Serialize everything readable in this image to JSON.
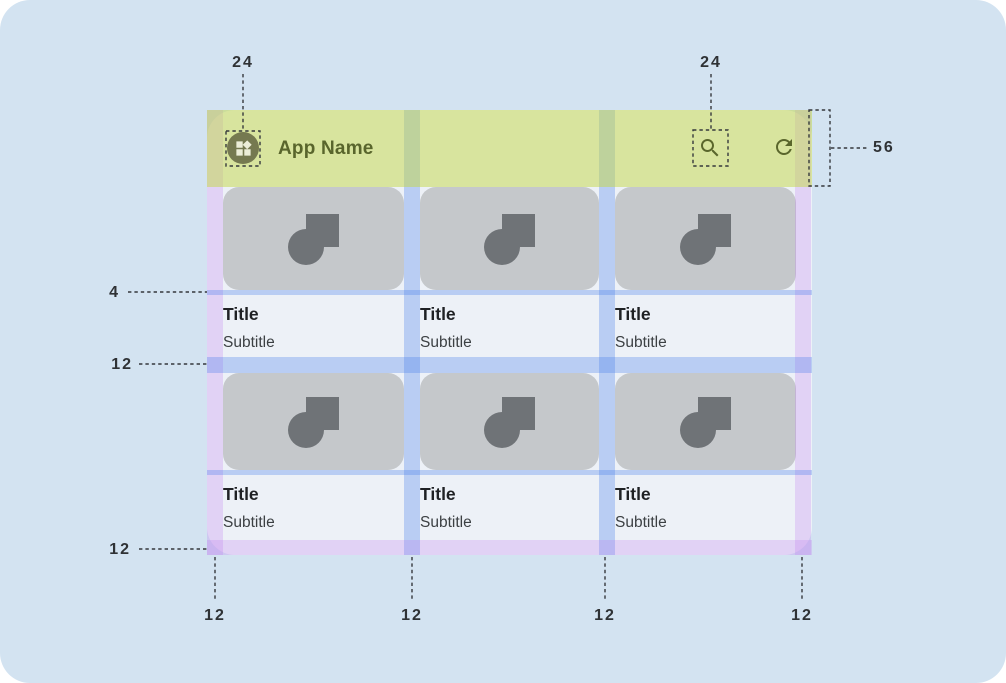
{
  "app": {
    "name": "App Name",
    "cards": [
      {
        "title": "Title",
        "subtitle": "Subtitle"
      },
      {
        "title": "Title",
        "subtitle": "Subtitle"
      },
      {
        "title": "Title",
        "subtitle": "Subtitle"
      },
      {
        "title": "Title",
        "subtitle": "Subtitle"
      },
      {
        "title": "Title",
        "subtitle": "Subtitle"
      },
      {
        "title": "Title",
        "subtitle": "Subtitle"
      }
    ]
  },
  "annotations": {
    "appbar_icon_size": "24",
    "action_icon_size": "24",
    "appbar_height": "56",
    "image_text_gap": "4",
    "row_spacing": "12",
    "bottom_margin": "12",
    "column_markers": [
      "12",
      "12",
      "12",
      "12"
    ]
  },
  "colors": {
    "canvas_bg": "#D3E3F1",
    "surface": "#EDF1F7",
    "appbar_tint": "#D8E49E",
    "margin_overlay": "#C176EF",
    "gutter_overlay": "#4379EA",
    "card_placeholder": "#C5C8CB",
    "placeholder_glyph": "#6F7377",
    "accent_text": "#59652C",
    "annotation": "#2F3235"
  }
}
